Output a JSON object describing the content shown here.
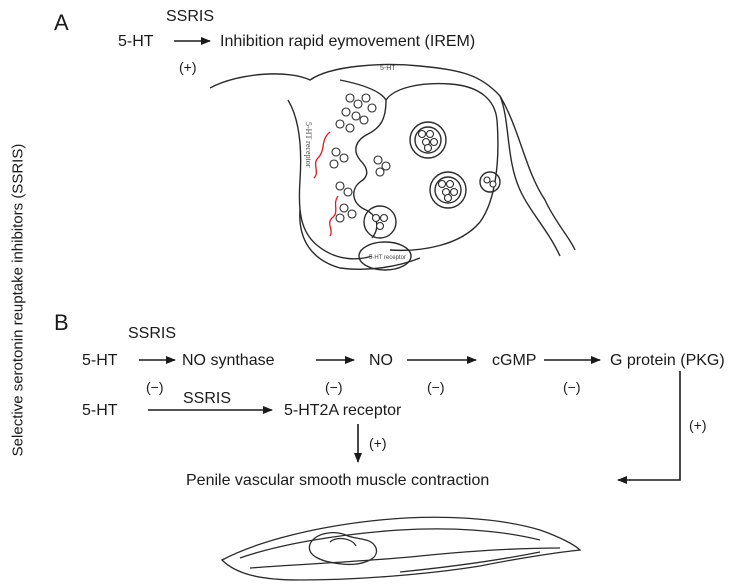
{
  "side_label": "Selective serotonin reuptake inhibitors (SSRIS)",
  "panel_a": {
    "letter": "A",
    "drug": "SSRIS",
    "source": "5-HT",
    "target": "Inhibition rapid eymovement (IREM)",
    "effect": "(+)",
    "synapse_top_label": "5-HT",
    "receptor_label": "5-HT receptor",
    "vesicle_label": "5-HT receptor"
  },
  "panel_b": {
    "letter": "B",
    "row1": {
      "drug": "SSRIS",
      "nodes": [
        "5-HT",
        "NO synthase",
        "NO",
        "cGMP",
        "G protein (PKG)"
      ],
      "signs": [
        "(−)",
        "(−)",
        "(−)",
        "(−)"
      ]
    },
    "row2": {
      "source": "5-HT",
      "drug": "SSRIS",
      "target": "5-HT2A receptor",
      "effect": "(+)"
    },
    "right_effect": "(+)",
    "outcome": "Penile vascular smooth muscle contraction"
  }
}
